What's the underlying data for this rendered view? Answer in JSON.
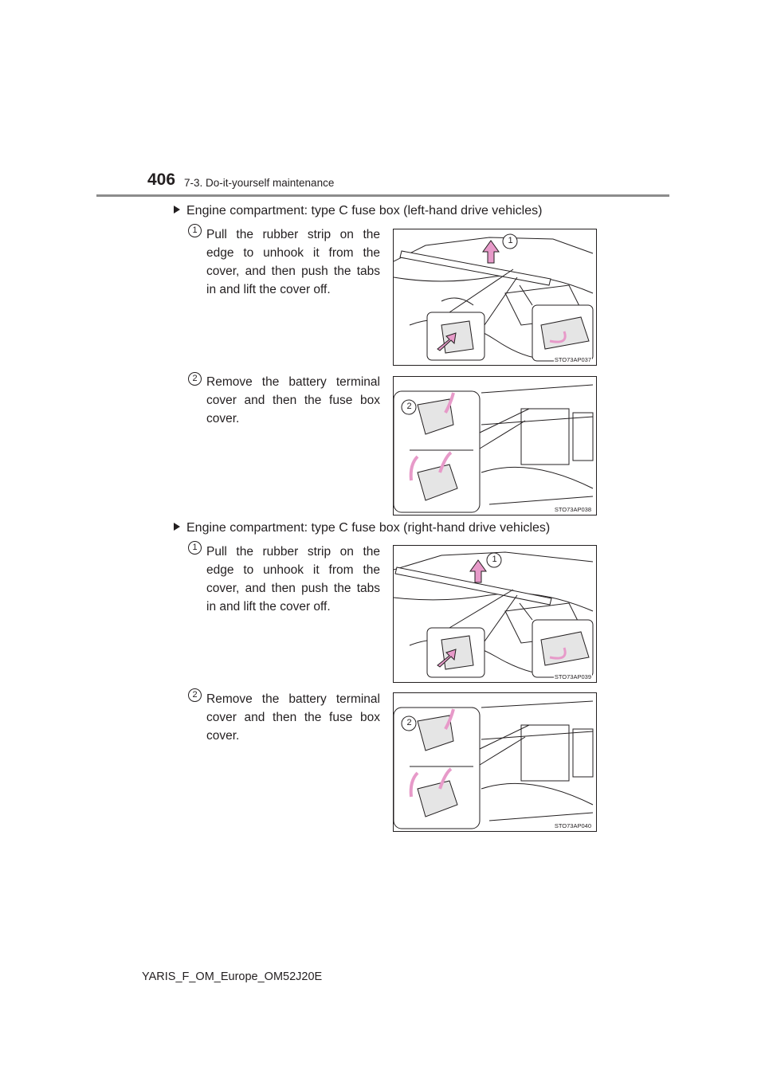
{
  "header": {
    "page_number": "406",
    "section": "7-3. Do-it-yourself maintenance"
  },
  "sections": [
    {
      "heading": "Engine compartment: type C fuse box (left-hand drive vehicles)",
      "steps": [
        {
          "num": "1",
          "text": "Pull the rubber strip on the edge to unhook it from the cover, and then push the tabs in and lift the cover off.",
          "figure_code": "STO73AP037",
          "callout": "1"
        },
        {
          "num": "2",
          "text": "Remove the battery terminal cover and then the fuse box cover.",
          "figure_code": "STO73AP038",
          "callout": "2"
        }
      ]
    },
    {
      "heading": "Engine compartment: type C fuse box (right-hand drive vehicles)",
      "steps": [
        {
          "num": "1",
          "text": "Pull the rubber strip on the edge to unhook it from the cover, and then push the tabs in and lift the cover off.",
          "figure_code": "STO73AP039",
          "callout": "1"
        },
        {
          "num": "2",
          "text": "Remove the battery terminal cover and then the fuse box cover.",
          "figure_code": "STO73AP040",
          "callout": "2"
        }
      ]
    }
  ],
  "footer": {
    "doc_id": "YARIS_F_OM_Europe_OM52J20E"
  },
  "colors": {
    "arrow": "#e79ac9",
    "text": "#231f20",
    "rule": "#8c8c8c"
  }
}
